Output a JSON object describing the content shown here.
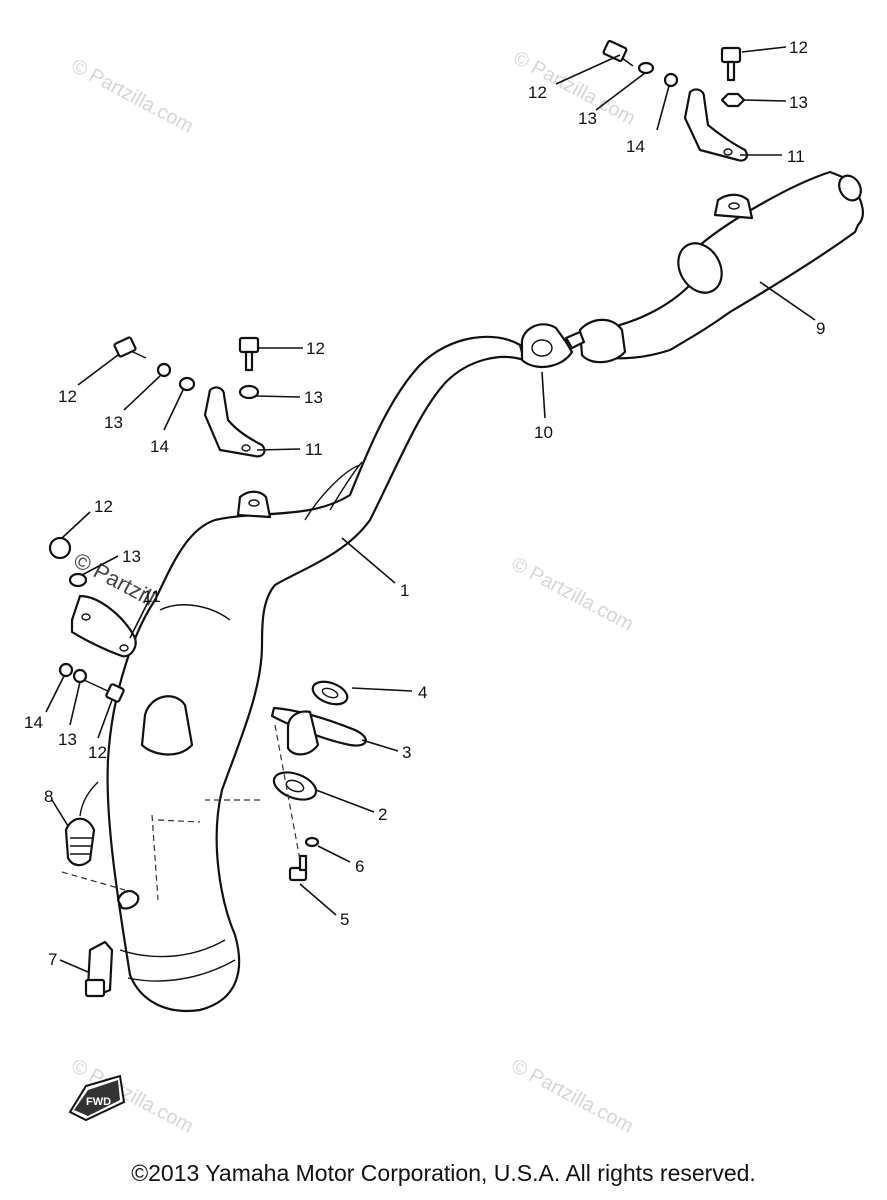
{
  "watermark": "© Partzilla.com",
  "copyright": "©2013 Yamaha Motor Corporation, U.S.A. All rights reserved.",
  "fwd_label": "FWD",
  "labels": {
    "l1": "1",
    "l2": "2",
    "l3": "3",
    "l4": "4",
    "l5": "5",
    "l6": "6",
    "l7": "7",
    "l8": "8",
    "l9": "9",
    "l10": "10",
    "l11a": "11",
    "l11b": "11",
    "l11c": "11",
    "l12a": "12",
    "l12b": "12",
    "l12c": "12",
    "l12d": "12",
    "l12e": "12",
    "l12f": "12",
    "l13a": "13",
    "l13b": "13",
    "l13c": "13",
    "l13d": "13",
    "l13e": "13",
    "l13f": "13",
    "l14a": "14",
    "l14b": "14",
    "l14c": "14"
  }
}
